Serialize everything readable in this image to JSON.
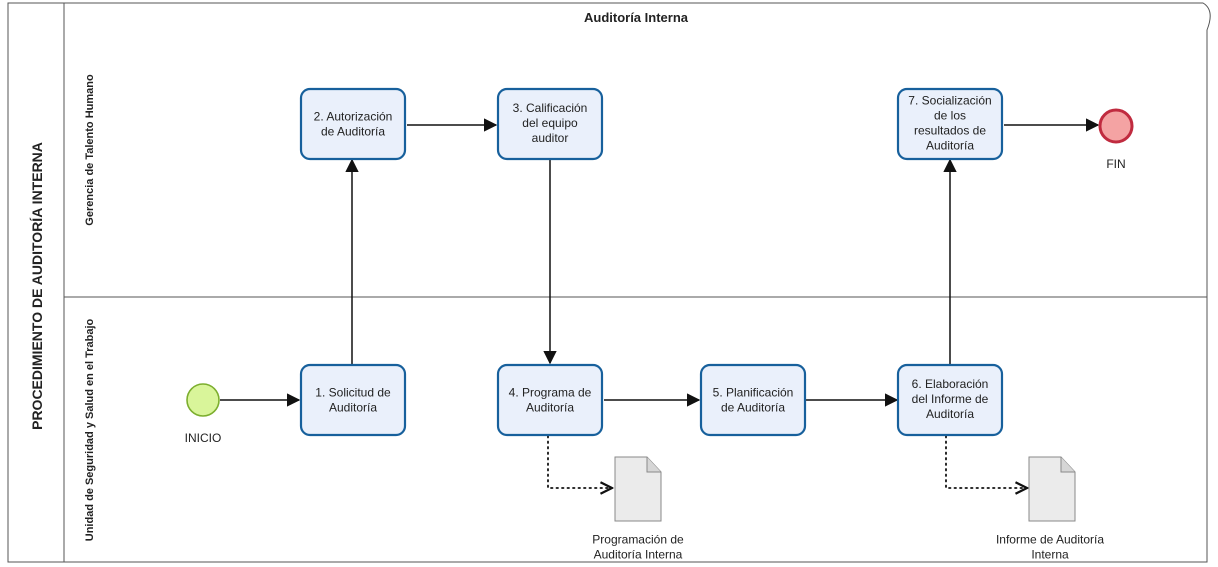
{
  "pool": {
    "title": "Auditoría Interna",
    "name": "PROCEDIMIENTO DE AUDITORÍA INTERNA"
  },
  "lanes": {
    "top": "Gerencia de Talento Humano",
    "bottom": "Unidad de Seguridad y Salud en el Trabajo"
  },
  "events": {
    "start": "INICIO",
    "end": "FIN"
  },
  "tasks": {
    "t1": [
      "1. Solicitud de",
      "Auditoría"
    ],
    "t2": [
      "2. Autorización",
      "de Auditoría"
    ],
    "t3": [
      "3. Calificación",
      "del equipo",
      "auditor"
    ],
    "t4": [
      "4. Programa de",
      "Auditoría"
    ],
    "t5": [
      "5. Planificación",
      "de Auditoría"
    ],
    "t6": [
      "6. Elaboración",
      "del Informe de",
      "Auditoría"
    ],
    "t7": [
      "7. Socialización",
      "de los",
      "resultados de",
      "Auditoría"
    ]
  },
  "documents": {
    "d1": [
      "Programación de",
      "Auditoría Interna"
    ],
    "d2": [
      "Informe de Auditoría",
      "Interna"
    ]
  },
  "colors": {
    "task_fill": "#eaf0fb",
    "task_stroke": "#17609c",
    "start_fill": "#d9f59a",
    "start_stroke": "#7cae2e",
    "end_fill": "#f4a3a3",
    "end_stroke": "#c02b3f"
  }
}
